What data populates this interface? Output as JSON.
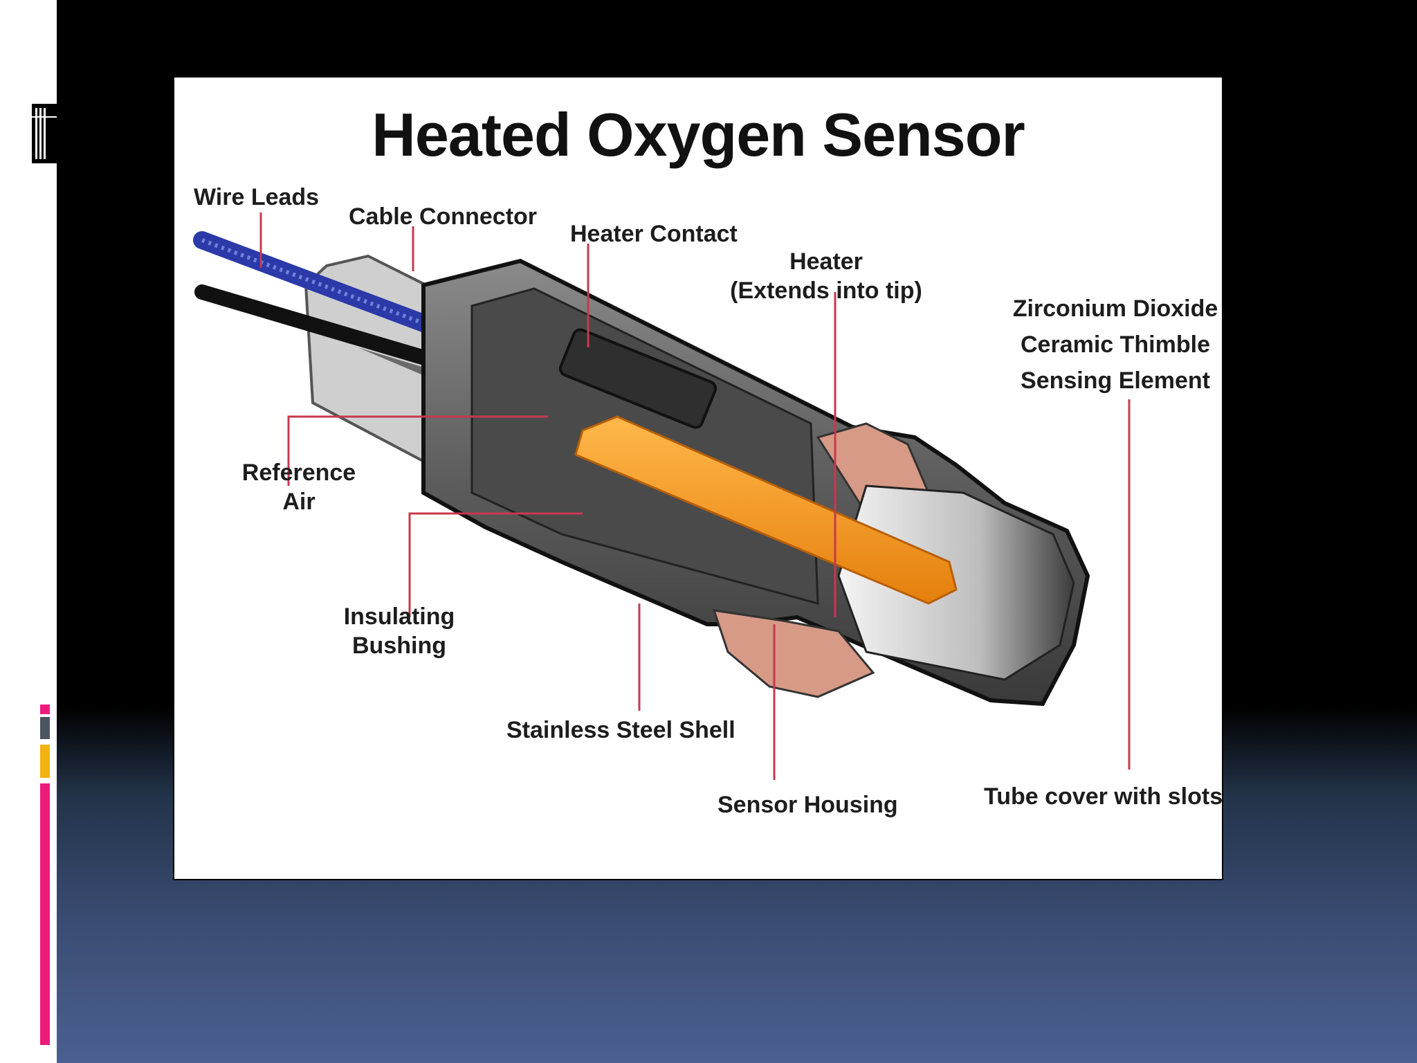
{
  "slide": {
    "accent_colors": {
      "pink": "#ec1c7c",
      "gray": "#4c5562",
      "amber": "#f2b211"
    }
  },
  "diagram": {
    "title": "Heated Oxygen Sensor",
    "labels": {
      "wire_leads": "Wire Leads",
      "cable_connector": "Cable Connector",
      "heater_contact": "Heater Contact",
      "heater_line1": "Heater",
      "heater_line2": "(Extends into tip)",
      "zirconium_line1": "Zirconium Dioxide",
      "zirconium_line2": "Ceramic Thimble",
      "zirconium_line3": "Sensing Element",
      "reference_line1": "Reference",
      "reference_line2": "Air",
      "insulating_line1": "Insulating",
      "insulating_line2": "Bushing",
      "stainless_steel_shell": "Stainless Steel Shell",
      "sensor_housing": "Sensor Housing",
      "tube_cover": "Tube cover with slots"
    },
    "colors": {
      "leader": "#c8384e",
      "shell": "#5a5a5a",
      "heater": "#f39a1b",
      "housing": "#d79a86",
      "wire_blue": "#2b3aa8"
    }
  }
}
